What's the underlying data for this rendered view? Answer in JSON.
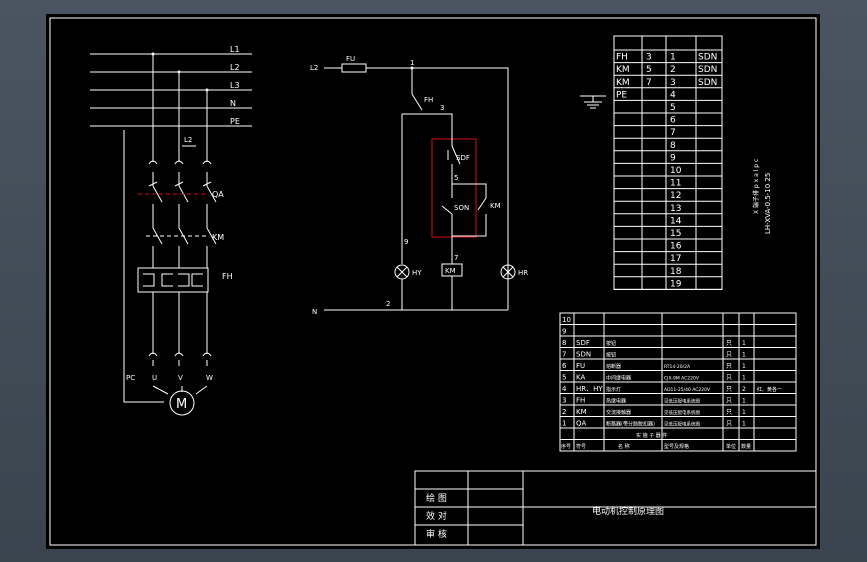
{
  "power_circuit": {
    "lines": [
      "L1",
      "L2",
      "L3",
      "N",
      "PE"
    ],
    "tap_label": "L2",
    "components": {
      "breaker": "QA",
      "contactor": "KM",
      "overload": "FH"
    },
    "outputs": [
      "PC",
      "U",
      "V",
      "W"
    ],
    "motor": "M"
  },
  "control_circuit": {
    "supply": "L2",
    "fuse": "FU",
    "neutral": "N",
    "wire_numbers": [
      "1",
      "3",
      "5",
      "9",
      "7",
      "2"
    ],
    "fh_contact": "FH",
    "sdf_button": "SDF",
    "son_button": "SON",
    "km_contact": "KM",
    "km_coil": "KM",
    "lamp_hy": "HY",
    "lamp_hr": "HR"
  },
  "terminal_block": {
    "rows": [
      {
        "dev": "FH",
        "wire": "3",
        "num": "1",
        "dest": "SDN"
      },
      {
        "dev": "KM",
        "wire": "5",
        "num": "2",
        "dest": "SDN"
      },
      {
        "dev": "KM",
        "wire": "7",
        "num": "3",
        "dest": "SDN"
      },
      {
        "dev": "PE",
        "wire": "",
        "num": "4",
        "dest": ""
      },
      {
        "dev": "",
        "wire": "",
        "num": "5",
        "dest": ""
      },
      {
        "dev": "",
        "wire": "",
        "num": "6",
        "dest": ""
      },
      {
        "dev": "",
        "wire": "",
        "num": "7",
        "dest": ""
      },
      {
        "dev": "",
        "wire": "",
        "num": "8",
        "dest": ""
      },
      {
        "dev": "",
        "wire": "",
        "num": "9",
        "dest": ""
      },
      {
        "dev": "",
        "wire": "",
        "num": "10",
        "dest": ""
      },
      {
        "dev": "",
        "wire": "",
        "num": "11",
        "dest": ""
      },
      {
        "dev": "",
        "wire": "",
        "num": "12",
        "dest": ""
      },
      {
        "dev": "",
        "wire": "",
        "num": "13",
        "dest": ""
      },
      {
        "dev": "",
        "wire": "",
        "num": "14",
        "dest": ""
      },
      {
        "dev": "",
        "wire": "",
        "num": "15",
        "dest": ""
      },
      {
        "dev": "",
        "wire": "",
        "num": "16",
        "dest": ""
      },
      {
        "dev": "",
        "wire": "",
        "num": "17",
        "dest": ""
      },
      {
        "dev": "",
        "wire": "",
        "num": "18",
        "dest": ""
      },
      {
        "dev": "",
        "wire": "",
        "num": "19",
        "dest": ""
      }
    ],
    "side_note_1": "X 端子排 p x a l p c",
    "side_note_2": "LH-XVA-0.5-10 25"
  },
  "bom": {
    "rows": [
      {
        "no": "10",
        "code": "",
        "name": "",
        "model": "",
        "unit": "",
        "qty": "",
        "note": ""
      },
      {
        "no": "9",
        "code": "",
        "name": "",
        "model": "",
        "unit": "",
        "qty": "",
        "note": ""
      },
      {
        "no": "8",
        "code": "SDF",
        "name": "按钮",
        "model": "",
        "unit": "只",
        "qty": "1",
        "note": ""
      },
      {
        "no": "7",
        "code": "SDN",
        "name": "按钮",
        "model": "",
        "unit": "只",
        "qty": "1",
        "note": ""
      },
      {
        "no": "6",
        "code": "FU",
        "name": "熔断器",
        "model": "RT14-20/2A",
        "unit": "只",
        "qty": "1",
        "note": ""
      },
      {
        "no": "5",
        "code": "KA",
        "name": "中间继电器",
        "model": "CJX-9M AC220V",
        "unit": "只",
        "qty": "1",
        "note": ""
      },
      {
        "no": "4",
        "code": "HR、HY",
        "name": "指示灯",
        "model": "AD11-25/40 AC220V",
        "unit": "只",
        "qty": "2",
        "note": "红、黄各一"
      },
      {
        "no": "3",
        "code": "FH",
        "name": "热继电器",
        "model": "见低压配电系统图",
        "unit": "只",
        "qty": "1",
        "note": ""
      },
      {
        "no": "2",
        "code": "KM",
        "name": "交流接触器",
        "model": "见低压配电系统图",
        "unit": "只",
        "qty": "1",
        "note": ""
      },
      {
        "no": "1",
        "code": "QA",
        "name": "断路器(带分励脱扣器)",
        "model": "见低压配电系统图",
        "unit": "只",
        "qty": "1",
        "note": ""
      }
    ],
    "footer_title": "实 施 子 器 件",
    "headers": [
      "序号",
      "符号",
      "名 称",
      "型号及规格",
      "单位",
      "数量"
    ]
  },
  "title_block": {
    "labels": [
      "绘 图",
      "效 对",
      "审 核"
    ],
    "drawing_title": "电动机控制原理图"
  }
}
